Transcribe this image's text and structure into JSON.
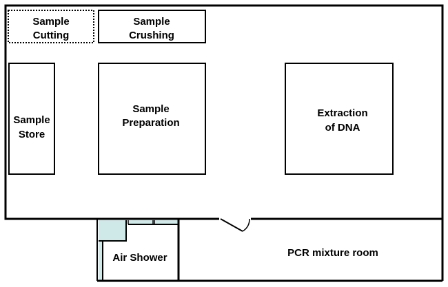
{
  "rooms": {
    "sample_cutting": [
      "Sample",
      "Cutting"
    ],
    "sample_crushing": [
      "Sample",
      "Crushing"
    ],
    "sample_store": [
      "Sample",
      "Store"
    ],
    "sample_preparation": [
      "Sample",
      "Preparation"
    ],
    "extraction_dna": [
      "Extraction",
      "of DNA"
    ],
    "air_shower": "Air Shower",
    "pcr_mixture_room": "PCR mixture room"
  },
  "colors": {
    "line": "#000000",
    "airlock_fill": "#cfe8e8"
  }
}
